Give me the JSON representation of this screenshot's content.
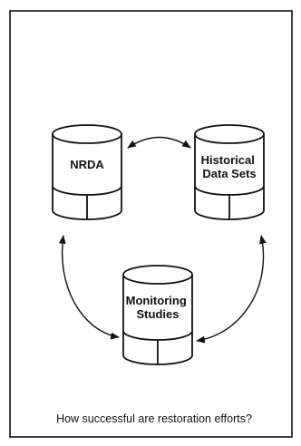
{
  "nodes": {
    "nrda": {
      "label_lines": [
        "NRDA"
      ]
    },
    "historical": {
      "label_lines": [
        "Historical",
        "Data Sets"
      ]
    },
    "monitoring": {
      "label_lines": [
        "Monitoring",
        "Studies"
      ]
    }
  },
  "caption": "How successful are restoration efforts?"
}
